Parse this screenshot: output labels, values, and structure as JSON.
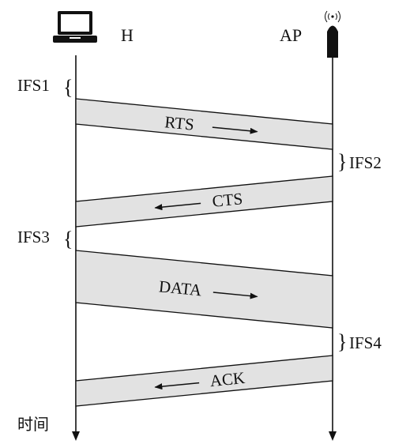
{
  "nodes": {
    "host": {
      "label": "H",
      "icon": "laptop-icon"
    },
    "ap": {
      "label": "AP",
      "icon": "wireless-access-point-icon"
    }
  },
  "intervals": [
    {
      "label": "IFS1"
    },
    {
      "label": "IFS2"
    },
    {
      "label": "IFS3"
    },
    {
      "label": "IFS4"
    }
  ],
  "frames": [
    {
      "label": "RTS",
      "direction": "H-to-AP"
    },
    {
      "label": "CTS",
      "direction": "AP-to-H"
    },
    {
      "label": "DATA",
      "direction": "H-to-AP"
    },
    {
      "label": "ACK",
      "direction": "AP-to-H"
    }
  ],
  "time_axis_label": "时间",
  "colors": {
    "band_fill": "#e2e2e2",
    "line": "#111111"
  }
}
